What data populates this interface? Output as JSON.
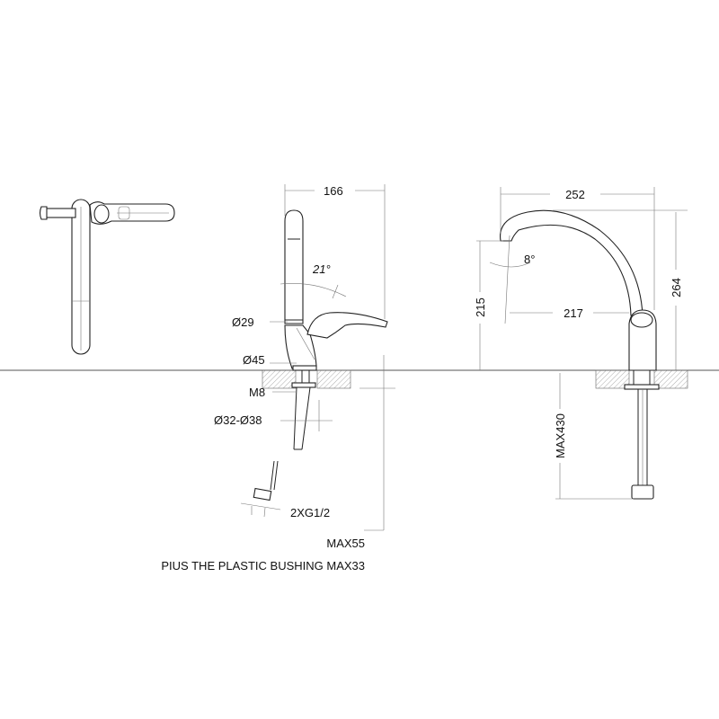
{
  "drawing": {
    "top_view": {},
    "side_view": {
      "width_dim": "166",
      "angle": "21°",
      "spout_diameter": "Ø29",
      "base_diameter": "Ø45",
      "stud": "M8",
      "hole_diameter": "Ø32-Ø38",
      "connection": "2XG1/2",
      "counter_thickness": "MAX55",
      "bushing_note": "PIUS THE PLASTIC BUSHING MAX33"
    },
    "front_view": {
      "reach_dim": "252",
      "height_dim": "264",
      "spout_height_dim": "215",
      "outlet_reach_dim": "217",
      "outlet_angle": "8°",
      "hose_length": "MAX430"
    }
  }
}
